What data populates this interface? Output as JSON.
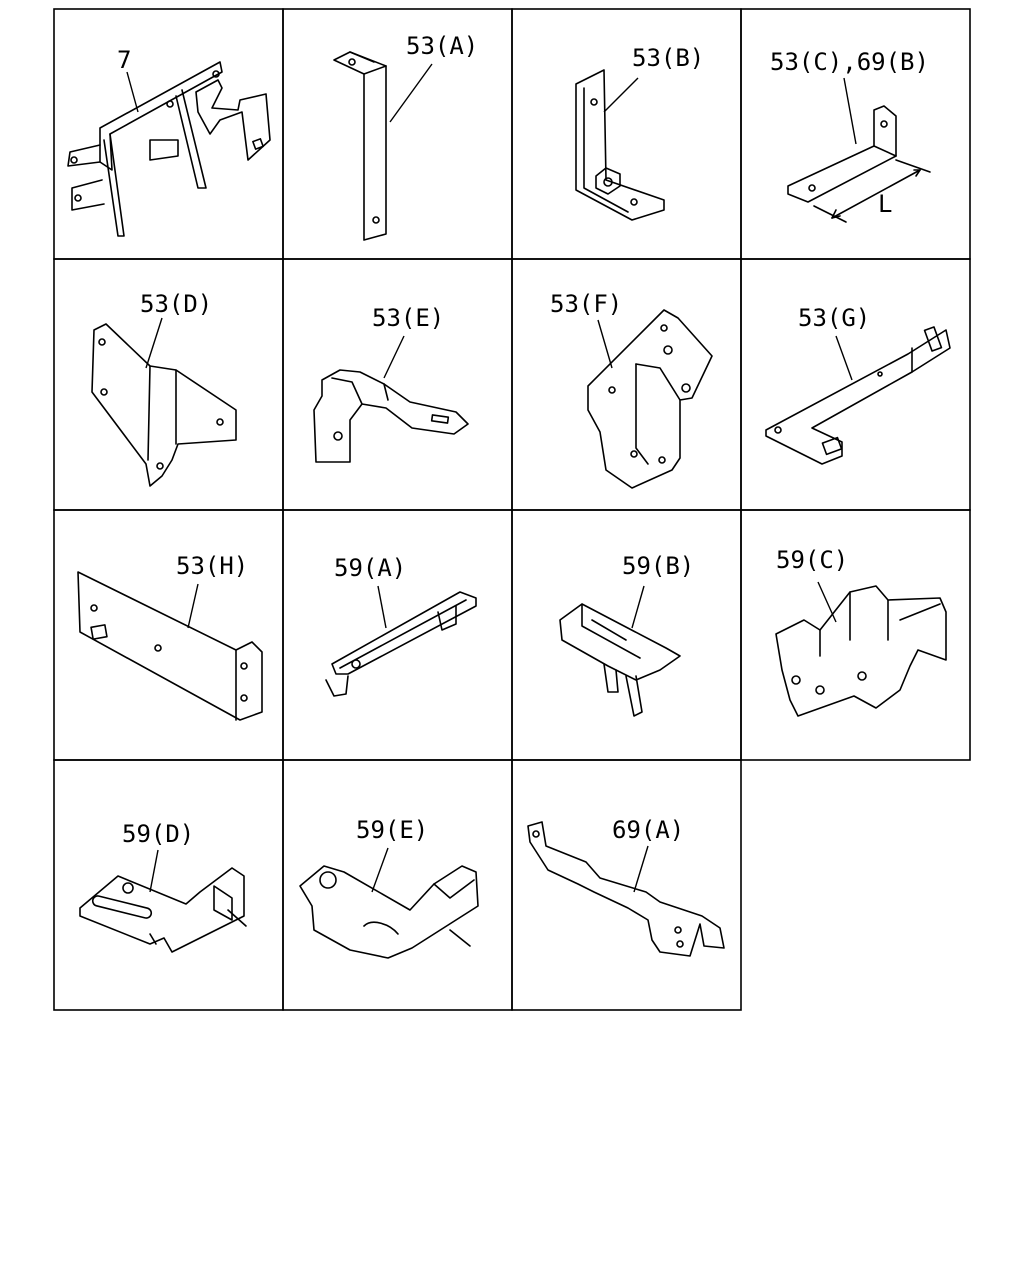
{
  "parts": [
    {
      "id": "p7",
      "label": "7",
      "icon": "bracket-7"
    },
    {
      "id": "p53a",
      "label": "53(A)",
      "icon": "strap-bracket"
    },
    {
      "id": "p53b",
      "label": "53(B)",
      "icon": "l-bracket-with-nut"
    },
    {
      "id": "p53c",
      "label": "53(C),69(B)",
      "icon": "angle-bracket-with-length"
    },
    {
      "id": "p53d",
      "label": "53(D)",
      "icon": "plate-bracket"
    },
    {
      "id": "p53e",
      "label": "53(E)",
      "icon": "stay-bracket"
    },
    {
      "id": "p53f",
      "label": "53(F)",
      "icon": "formed-bracket"
    },
    {
      "id": "p53g",
      "label": "53(G)",
      "icon": "long-bracket"
    },
    {
      "id": "p53h",
      "label": "53(H)",
      "icon": "wide-plate-bracket"
    },
    {
      "id": "p59a",
      "label": "59(A)",
      "icon": "rod-bracket"
    },
    {
      "id": "p59b",
      "label": "59(B)",
      "icon": "box-bracket"
    },
    {
      "id": "p59c",
      "label": "59(C)",
      "icon": "complex-bracket"
    },
    {
      "id": "p59d",
      "label": "59(D)",
      "icon": "clip-bracket"
    },
    {
      "id": "p59e",
      "label": "59(E)",
      "icon": "clip-bracket-round"
    },
    {
      "id": "p69a",
      "label": "69(A)",
      "icon": "stepped-bracket"
    }
  ],
  "dimension_label": "L"
}
